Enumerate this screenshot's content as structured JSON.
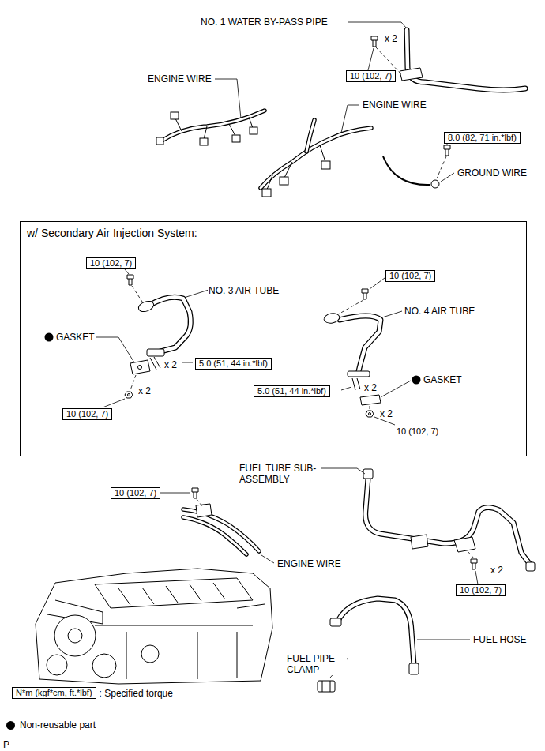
{
  "diagram": {
    "nodes": [
      {
        "text": [
          "10 (102, 7)"
        ]
      },
      {
        "text": [
          "8.0 (82, 71 in.*lbf)"
        ]
      },
      {
        "text": [
          "w/ Secondary Air Injection System:"
        ]
      },
      {
        "text": [
          "10 (102, 7)"
        ],
        "in": 2
      },
      {
        "text": [
          "10 (102, 7)"
        ],
        "in": 2
      },
      {
        "text": [
          "5.0 (51, 44 in.*lbf)"
        ],
        "in": 2
      },
      {
        "text": [
          "5.0 (51, 44 in.*lbf)"
        ],
        "in": 2
      },
      {
        "text": [
          "10 (102, 7)"
        ],
        "in": 2
      },
      {
        "text": [
          "10 (102, 7)"
        ],
        "in": 2
      },
      {
        "text": [
          "10 (102, 7)"
        ]
      },
      {
        "text": [
          "10 (102, 7)"
        ]
      },
      {
        "text": [
          "N*m (kgf*cm, ft.*lbf)"
        ]
      }
    ],
    "labels": [
      "NO. 1 WATER BY-PASS PIPE",
      "x 2",
      "ENGINE WIRE",
      "ENGINE WIRE",
      "GROUND WIRE",
      "NO. 3 AIR TUBE",
      "GASKET",
      "x 2",
      "x 2",
      "NO. 4 AIR TUBE",
      "GASKET",
      "x 2",
      "x 2",
      "FUEL TUBE SUB-ASSEMBLY",
      "ENGINE WIRE",
      "x 2",
      "FUEL HOSE",
      "FUEL PIPE CLAMP",
      "P"
    ],
    "legend": [
      {
        "text": ": Specified torque"
      },
      {
        "text": "Non-reusable part"
      }
    ]
  }
}
